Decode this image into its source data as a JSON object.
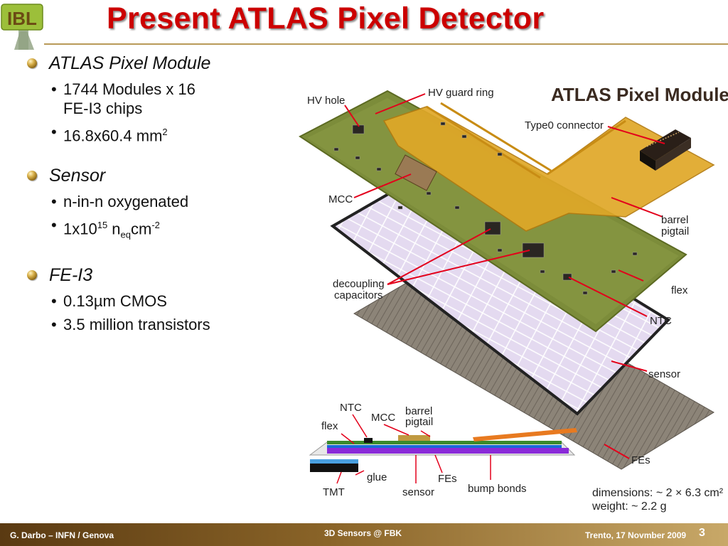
{
  "logo": {
    "text": "IBL"
  },
  "title": "Present ATLAS Pixel Detector",
  "sections": [
    {
      "heading": "ATLAS Pixel Module",
      "items": [
        {
          "text": "1744 Modules x 16",
          "text2": "FE-I3 chips"
        },
        {
          "text": "16.8x60.4 mm",
          "sup": "2"
        }
      ]
    },
    {
      "heading": "Sensor",
      "items": [
        {
          "text": "n-in-n oxygenated"
        },
        {
          "text": "1x10",
          "sup1": "15",
          "mid": " n",
          "sub": "eq",
          "text2": "cm",
          "sup2": "-2"
        }
      ]
    },
    {
      "heading": "FE-I3",
      "items": [
        {
          "text": "0.13µm CMOS"
        },
        {
          "text": "3.5 million transistors"
        }
      ]
    }
  ],
  "figure": {
    "title": "ATLAS Pixel Module",
    "labels": {
      "hv_hole": "HV hole",
      "hv_guard_ring": "HV guard ring",
      "type0": "Type0 connector",
      "mcc": "MCC",
      "barrel1": "barrel",
      "barrel2": "pigtail",
      "decoupling1": "decoupling",
      "decoupling2": "capacitors",
      "flex": "flex",
      "ntc": "NTC",
      "sensor": "sensor",
      "fes": "FEs",
      "dimensions": "dimensions: ~ 2 × 6.3 cm²",
      "weight": "weight: ~ 2.2 g"
    },
    "cross_section": {
      "ntc": "NTC",
      "flex": "flex",
      "mcc": "MCC",
      "barrel1": "barrel",
      "barrel2": "pigtail",
      "glue": "glue",
      "tmt": "TMT",
      "sensor": "sensor",
      "fes": "FEs",
      "bump_bonds": "bump bonds"
    }
  },
  "footer": {
    "left": "G. Darbo – INFN / Genova",
    "center": "3D Sensors @ FBK",
    "right": "Trento, 17 Novmber 2009",
    "page": "3"
  },
  "colors": {
    "title": "#cc0000",
    "accent": "#8a6428",
    "annotation": "#e3001b"
  }
}
